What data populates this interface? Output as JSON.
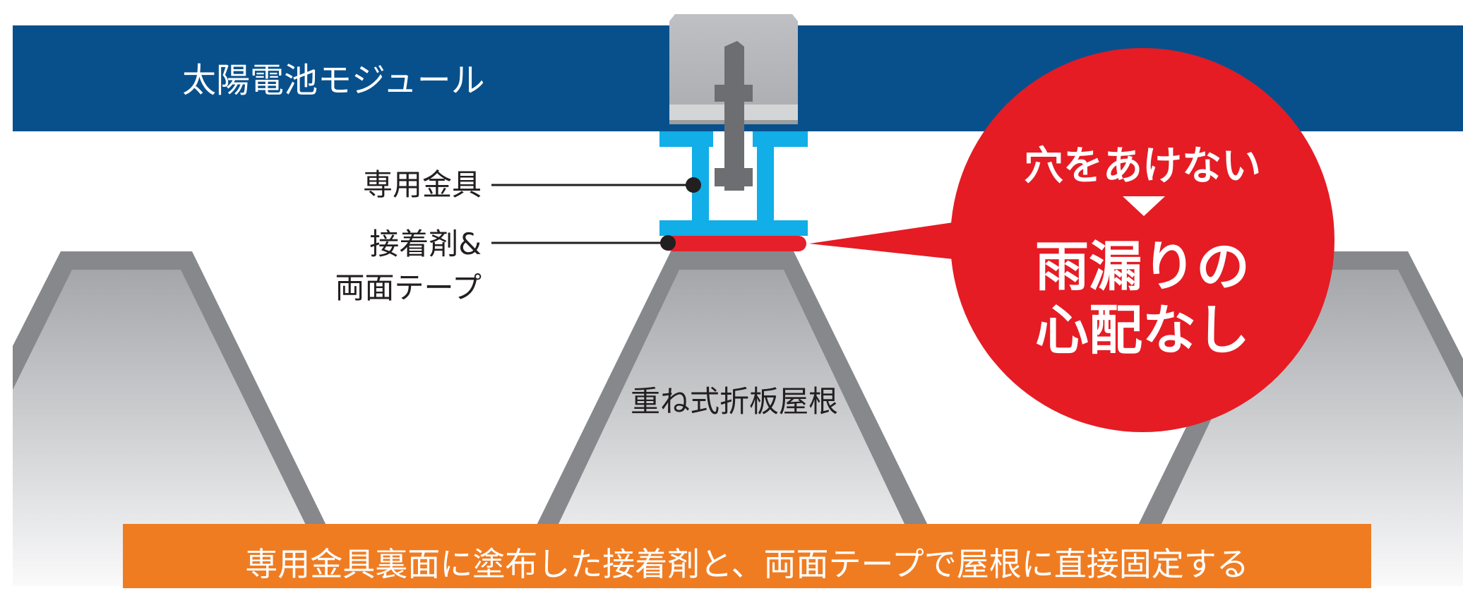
{
  "labels": {
    "module": "太陽電池モジュール",
    "bracket": "専用金具",
    "adhesive_line1": "接着剤&",
    "adhesive_line2": "両面テープ",
    "roof": "重ね式折板屋根"
  },
  "callout": {
    "line1": "穴をあけない",
    "line2": "雨漏りの",
    "line3": "心配なし"
  },
  "banner": {
    "text": "専用金具裏面に塗布した接着剤と、両面テープで屋根に直接固定する"
  },
  "colors": {
    "module_blue": "#08508c",
    "bracket_cyan": "#11aee8",
    "adhesive_red": "#e5202a",
    "callout_red": "#e51c24",
    "banner_orange": "#f07c22",
    "roof_gray": "#86888c",
    "clamp_gray": "#babbbe"
  }
}
